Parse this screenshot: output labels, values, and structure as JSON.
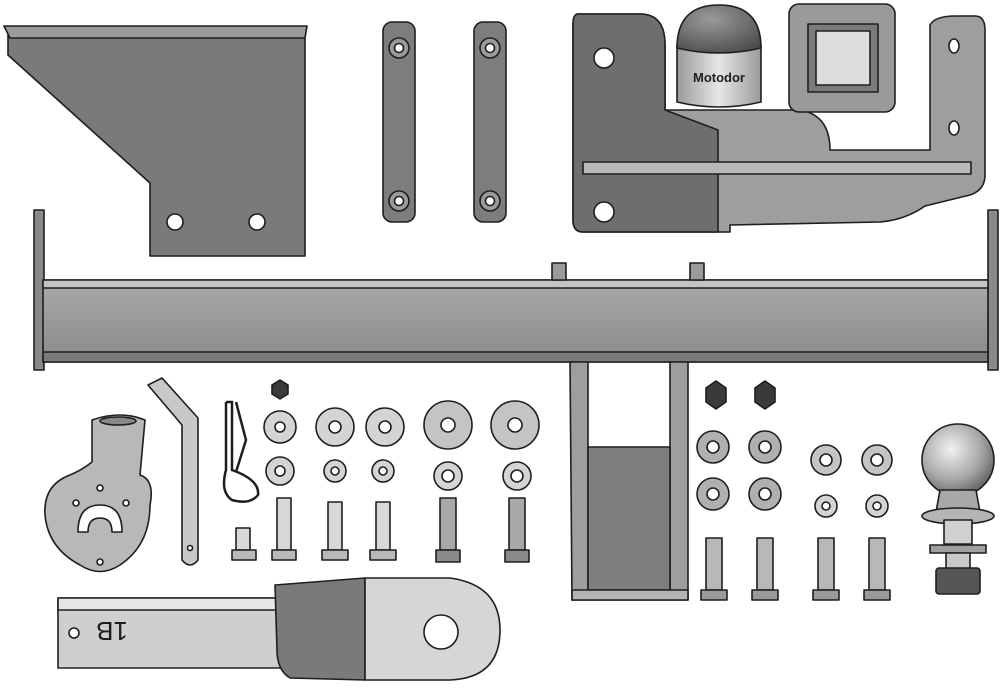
{
  "image": {
    "kind": "tow hitch parts exploded diagram",
    "background": "#ffffff",
    "palette": {
      "outline": "#1e1e1e",
      "steel_dark": "#6f6f6f",
      "steel_mid": "#8f8f8f",
      "steel_light": "#b4b4b4",
      "steel_pale": "#d7d7d7"
    }
  },
  "labels": {
    "ball_cover_text": "Motodor",
    "drawbar_stamp": "1B"
  }
}
